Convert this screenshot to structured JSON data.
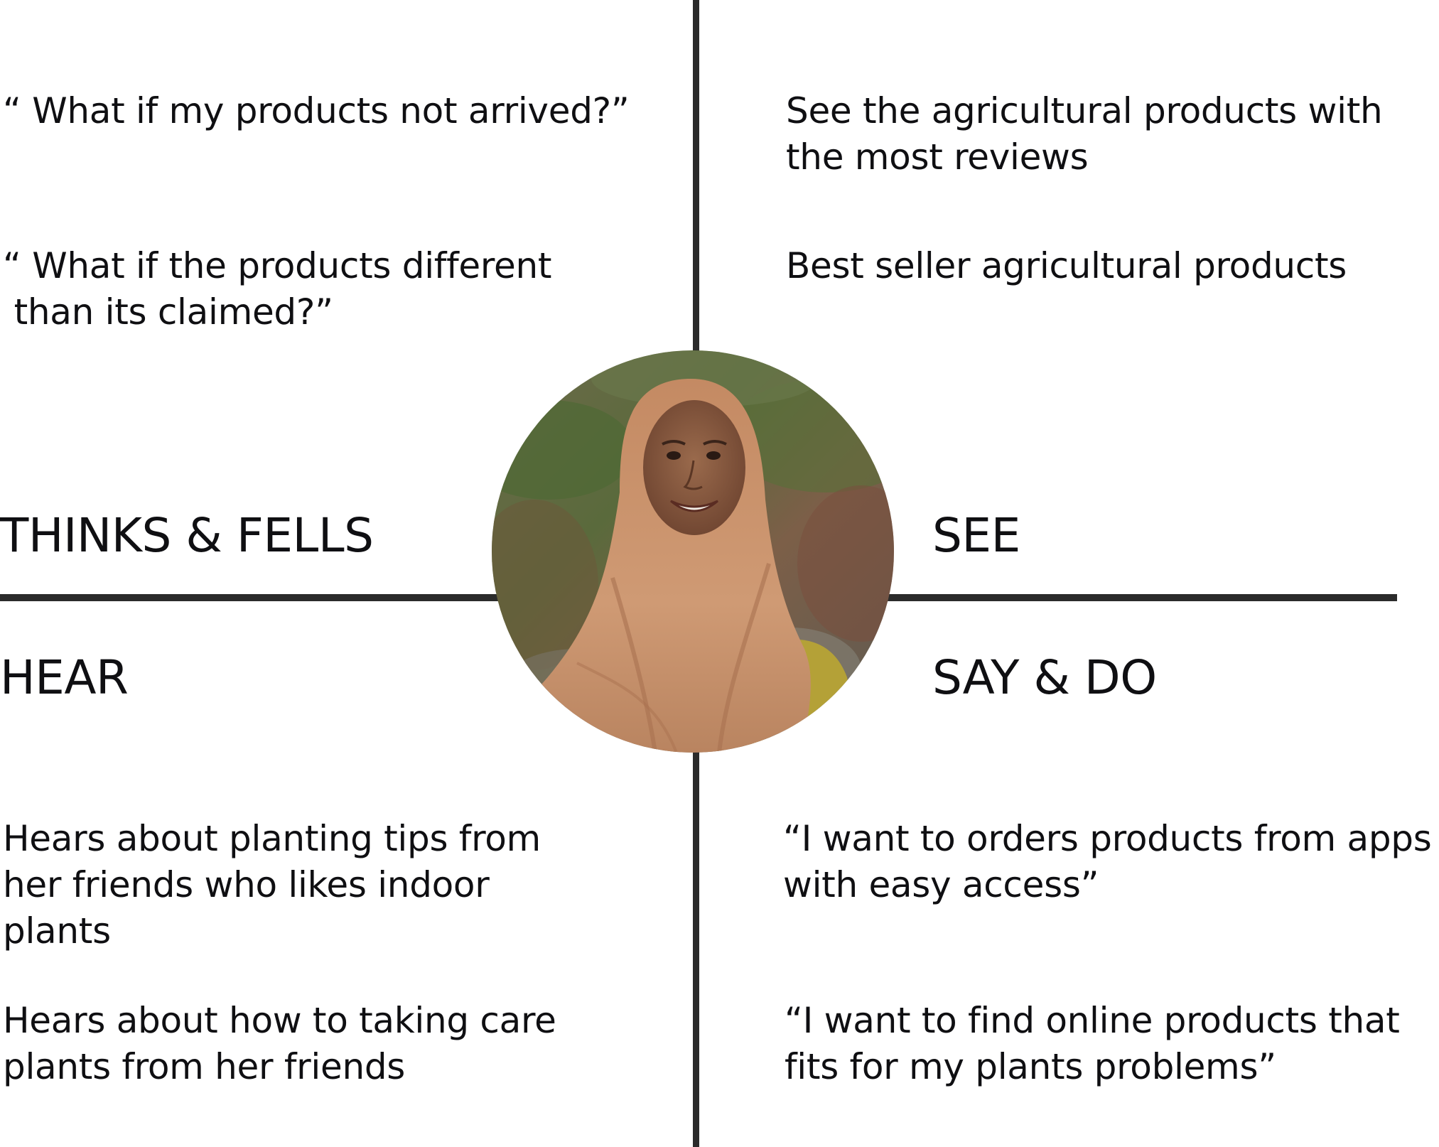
{
  "quadrants": {
    "thinks_feels": {
      "title": "THINKS & FELLS",
      "items": [
        "“ What if my products not arrived?”",
        "“ What if the products different\n than its claimed?”"
      ]
    },
    "see": {
      "title": "SEE",
      "items": [
        "See the agricultural products with\nthe most reviews",
        "Best seller agricultural products"
      ]
    },
    "hear": {
      "title": "HEAR",
      "items": [
        "Hears about planting tips from\nher friends who likes indoor\nplants",
        "Hears about how to taking care\nplants from her friends"
      ]
    },
    "say_do": {
      "title": "SAY & DO",
      "items": [
        "“I want to orders products from apps\nwith easy access”",
        "“I want to find online products that\nfits for my plants problems”"
      ]
    }
  },
  "colors": {
    "divider": "#2b2b2b",
    "text": "#0f0f12",
    "hijab": "#c9906a",
    "sweater": "#b7a33a"
  }
}
